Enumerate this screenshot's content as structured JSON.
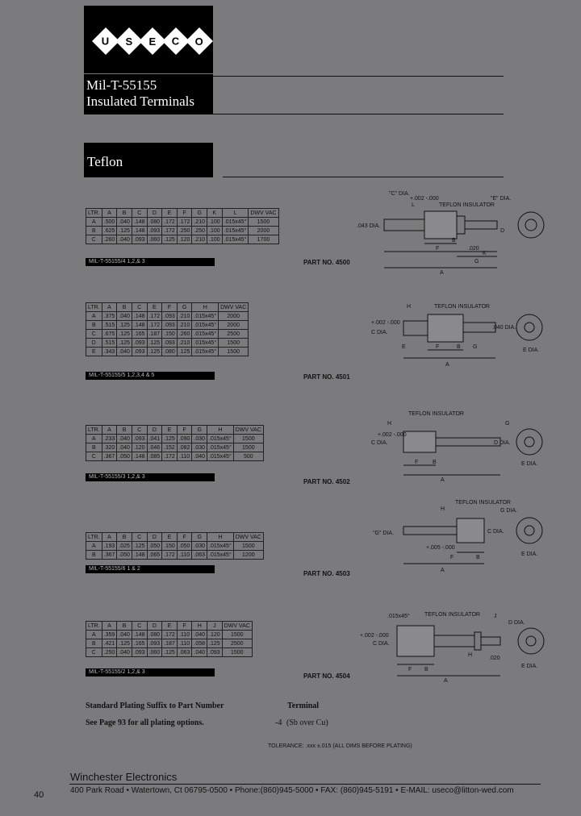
{
  "logo": {
    "letters": [
      "U",
      "S",
      "E",
      "C",
      "O"
    ]
  },
  "header": {
    "line1": "Mil-T-55155",
    "line2": "Insulated Terminals",
    "section": "Teflon"
  },
  "tables": [
    {
      "headers": [
        "LTR.",
        "A",
        "B",
        "C",
        "D",
        "E",
        "F",
        "G",
        "K",
        "L",
        "DWV VAC"
      ],
      "rows": [
        [
          "A",
          ".500",
          ".040",
          ".148",
          ".080",
          ".172",
          ".172",
          ".210",
          ".100",
          ".015x45°",
          "1500"
        ],
        [
          "B",
          ".625",
          ".125",
          ".148",
          ".093",
          ".172",
          ".250",
          ".250",
          ".100",
          ".015x45°",
          "2000"
        ],
        [
          "C",
          ".260",
          ".040",
          ".093",
          ".060",
          ".125",
          ".120",
          ".210",
          ".100",
          ".015x45°",
          "1700"
        ]
      ],
      "mil": "MIL-T-55155/4 1,2,& 3",
      "part": "PART NO. 4500"
    },
    {
      "headers": [
        "LTR.",
        "A",
        "B",
        "C",
        "E",
        "F",
        "G",
        "H",
        "DWV VAC"
      ],
      "rows": [
        [
          "A",
          ".375",
          ".040",
          ".148",
          ".172",
          ".093",
          ".210",
          ".015x45°",
          "2000"
        ],
        [
          "B",
          ".515",
          ".125",
          ".148",
          ".172",
          ".093",
          ".210",
          ".015x45°",
          "2000"
        ],
        [
          "C",
          ".675",
          ".125",
          ".165",
          ".187",
          ".150",
          ".260",
          ".015x45°",
          "2500"
        ],
        [
          "D",
          ".515",
          ".125",
          ".093",
          ".125",
          ".093",
          ".210",
          ".015x45°",
          "1500"
        ],
        [
          "E",
          ".343",
          ".040",
          ".093",
          ".125",
          ".080",
          ".125",
          ".015x45°",
          "1500"
        ]
      ],
      "mil": "MIL-T-55155/5 1,2,3,4 & 5",
      "part": "PART NO. 4501"
    },
    {
      "headers": [
        "LTR.",
        "A",
        "B",
        "C",
        "D",
        "E",
        "F",
        "G",
        "H",
        "DWV VAC"
      ],
      "rows": [
        [
          "A",
          ".233",
          ".040",
          ".093",
          ".041",
          ".125",
          ".090",
          ".030",
          ".015x45°",
          "1500"
        ],
        [
          "B",
          ".320",
          ".040",
          ".120",
          ".046",
          ".152",
          ".082",
          ".030",
          ".015x45°",
          "1500"
        ],
        [
          "C",
          ".367",
          ".050",
          ".148",
          ".085",
          ".172",
          ".110",
          ".040",
          ".015x45°",
          "500"
        ]
      ],
      "mil": "MIL-T-55155/3 1,2,& 3",
      "part": "PART NO. 4502"
    },
    {
      "headers": [
        "LTR.",
        "A",
        "B",
        "C",
        "D",
        "E",
        "F",
        "G",
        "H",
        "DWV VAC"
      ],
      "rows": [
        [
          "A",
          ".193",
          ".025",
          ".125",
          ".050",
          ".150",
          ".050",
          ".030",
          ".015x45°",
          "1500"
        ],
        [
          "B",
          ".367",
          ".050",
          ".148",
          ".065",
          ".172",
          ".110",
          ".063",
          ".015x45°",
          "1200"
        ]
      ],
      "mil": "MIL-T-55155/6 1 & 2",
      "part": "PART NO. 4503"
    },
    {
      "headers": [
        "LTR.",
        "A",
        "B",
        "C",
        "D",
        "E",
        "F",
        "H",
        "J",
        "DWV VAC"
      ],
      "rows": [
        [
          "A",
          ".359",
          ".040",
          ".148",
          ".080",
          ".172",
          ".110",
          ".040",
          ".120",
          "1500"
        ],
        [
          "B",
          ".421",
          ".125",
          ".165",
          ".093",
          ".187",
          ".110",
          ".058",
          ".125",
          "2500"
        ],
        [
          "C",
          ".250",
          ".040",
          ".093",
          ".060",
          ".125",
          ".063",
          ".040",
          ".093",
          "1500"
        ]
      ],
      "mil": "MIL-T-55155/2 1,2,& 3",
      "part": "PART NO. 4504"
    }
  ],
  "diagram_labels": {
    "d1": [
      "\"C\" DIA.",
      "+.002 -.000",
      "TEFLON INSULATOR",
      "\"E\" DIA.",
      ".043 DIA.",
      "L",
      "F",
      "B",
      ".020",
      "G",
      "K",
      "D",
      "A"
    ],
    "d2": [
      "H",
      "TEFLON INSULATOR",
      "+.002 -.000",
      "C DIA.",
      ".040 DIA.",
      "E",
      "F",
      "B",
      "G",
      "A",
      "E DIA."
    ],
    "d3": [
      "TEFLON INSULATOR",
      "H",
      "+.002 -.000",
      "C DIA.",
      "D DIA.",
      "F",
      "B",
      "A",
      "G",
      "E DIA."
    ],
    "d4": [
      "TEFLON INSULATOR",
      "H",
      "\"G\" DIA.",
      "+.005 -.000",
      "C DIA.",
      "F",
      "B",
      "A",
      "G DIA.",
      "E DIA."
    ],
    "d5": [
      ".015x45°",
      "TEFLON INSULATOR",
      "+.002 -.000",
      "C DIA.",
      "J",
      "D DIA.",
      "E DIA.",
      "F",
      "B",
      "A",
      ".020",
      "H"
    ]
  },
  "plating": {
    "left_title": "Standard Plating Suffix to Part Number",
    "right_title": "Terminal",
    "left_text": "See Page 93 for all plating options.",
    "suffix": "-4",
    "suffix_desc": "(Sb over Cu)"
  },
  "tolerance": "TOLERANCE: .xxx ±.015  (ALL DIMS BEFORE PLATING)",
  "footer": {
    "company": "Winchester Electronics",
    "address": "400 Park Road • Watertown, Ct 06795-0500 • Phone:(860)945-5000 • FAX: (860)945-5191 • E-MAIL: useco@litton-wed.com",
    "page": "40"
  }
}
